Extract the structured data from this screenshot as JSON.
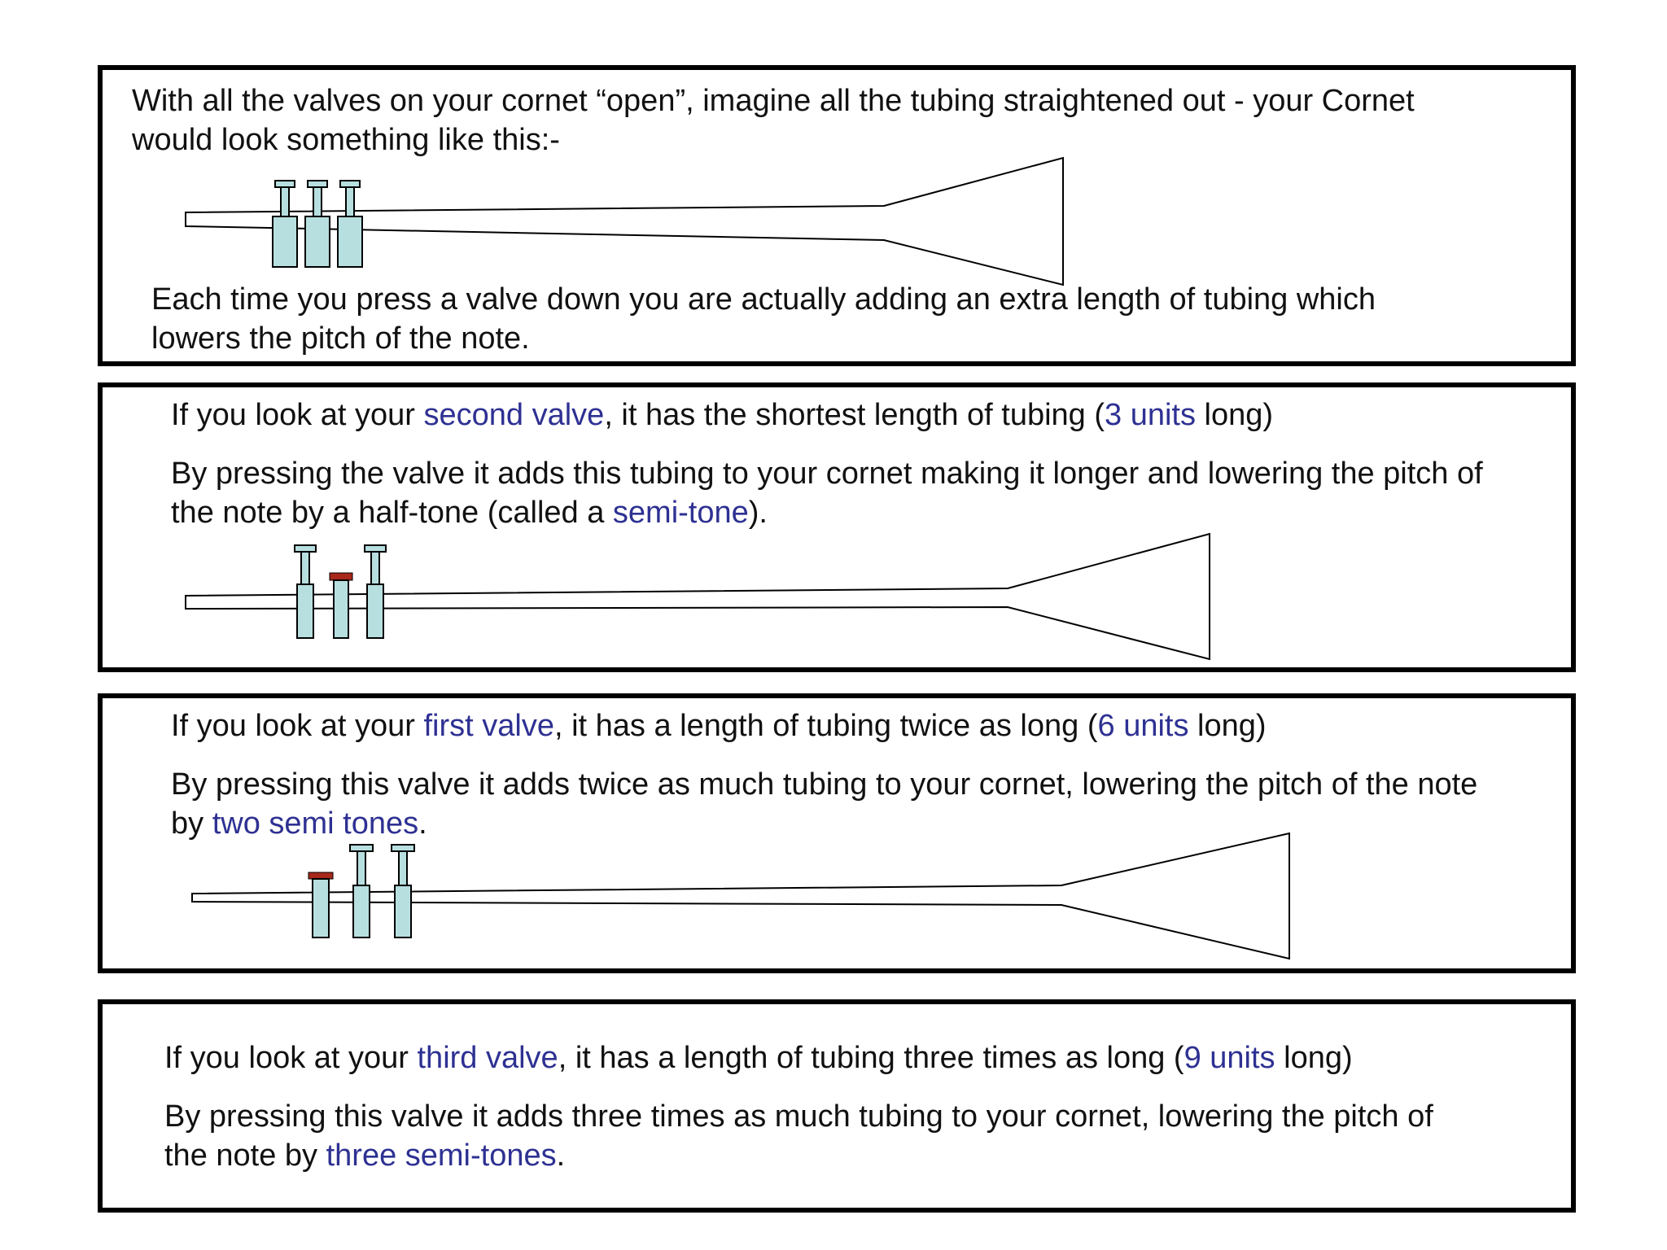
{
  "colors": {
    "highlight": "#2e3192",
    "valve_fill": "#b7dfe0",
    "pressed_valve_cap": "#a8281c",
    "outline": "#000000"
  },
  "panel1": {
    "intro_line1": "With all the valves on your cornet “open”,  imagine all the tubing straightened out - your Cornet",
    "intro_line2": "would look something like this:-",
    "explain_line1": "Each time you press a valve down you are actually adding an extra length of tubing which",
    "explain_line2": "lowers the pitch of the note.",
    "pressed_valve": "none"
  },
  "panel2": {
    "p1_pre": "If you look at your ",
    "p1_hl1": "second valve",
    "p1_mid": ", it has the shortest length of tubing (",
    "p1_hl2": "3 units",
    "p1_post": " long)",
    "p2_line1": "By pressing the valve it adds this tubing to your cornet making it longer and lowering the pitch of",
    "p2_pre": "the note by a half-tone (called a ",
    "p2_hl": "semi-tone",
    "p2_post": ").",
    "pressed_valve": "second"
  },
  "panel3": {
    "p1_pre": "If you look at your ",
    "p1_hl1": "first valve",
    "p1_mid": ", it has a length of tubing twice as long (",
    "p1_hl2": "6 units",
    "p1_post": " long)",
    "p2_line1": "By pressing this valve it adds twice as much tubing to your cornet, lowering the pitch of the note",
    "p2_pre": "by ",
    "p2_hl": "two semi tones",
    "p2_post": ".",
    "pressed_valve": "first"
  },
  "panel4": {
    "p1_pre": "If you look at your ",
    "p1_hl1": "third valve",
    "p1_mid": ", it has a length of tubing three times as long (",
    "p1_hl2": "9 units",
    "p1_post": " long)",
    "p2_line1": "By pressing this valve it adds three times as much tubing to your cornet, lowering the pitch of",
    "p2_pre": "the note by ",
    "p2_hl": "three semi-tones",
    "p2_post": "."
  }
}
